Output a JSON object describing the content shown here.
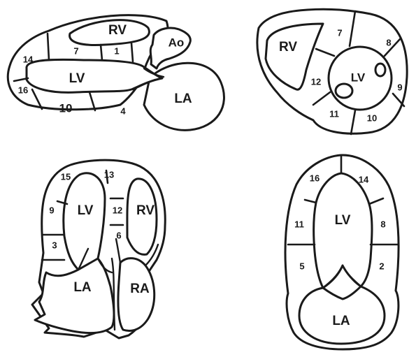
{
  "views": {
    "long_axis": {
      "chambers": {
        "rv": "RV",
        "lv": "LV",
        "ao": "Ao",
        "la": "LA"
      },
      "segments": {
        "s7": "7",
        "s1": "1",
        "s14": "14",
        "s16": "16",
        "s10": "10",
        "s4": "4"
      }
    },
    "short_axis": {
      "chambers": {
        "rv": "RV",
        "lv": "LV"
      },
      "segments": {
        "s7": "7",
        "s8": "8",
        "s12": "12",
        "s9": "9",
        "s11": "11",
        "s10": "10"
      }
    },
    "four_chamber": {
      "chambers": {
        "lv": "LV",
        "rv": "RV",
        "la": "LA",
        "ra": "RA"
      },
      "segments": {
        "s15": "15",
        "s13": "13",
        "s9": "9",
        "s12": "12",
        "s6": "6",
        "s3": "3"
      }
    },
    "two_chamber": {
      "chambers": {
        "lv": "LV",
        "la": "LA"
      },
      "segments": {
        "s16": "16",
        "s14": "14",
        "s11": "11",
        "s8": "8",
        "s5": "5",
        "s2": "2"
      }
    }
  }
}
